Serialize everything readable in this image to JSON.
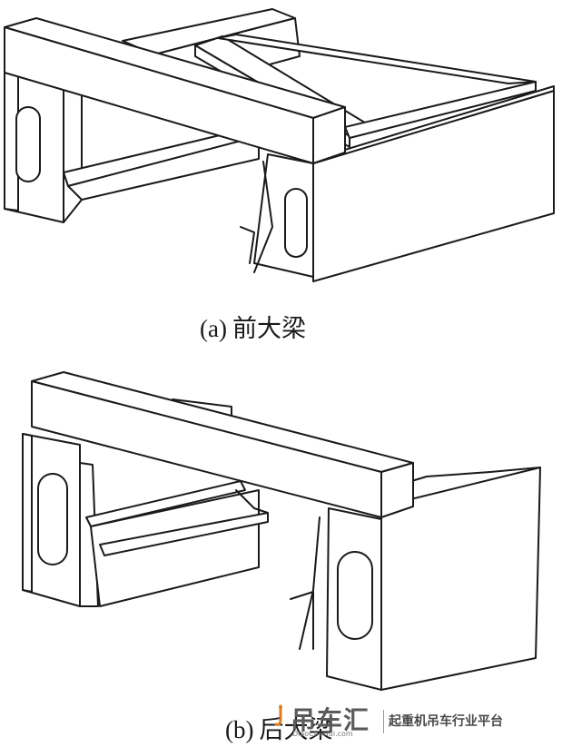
{
  "figure": {
    "caption_a": {
      "label": "(a)",
      "text": "前大梁"
    },
    "caption_b": {
      "label": "(b)",
      "text": "后大梁"
    }
  },
  "watermark": {
    "logo": "吊车汇",
    "url": "DiaoCheHui.com",
    "slogan": "起重机吊车行业平台"
  }
}
